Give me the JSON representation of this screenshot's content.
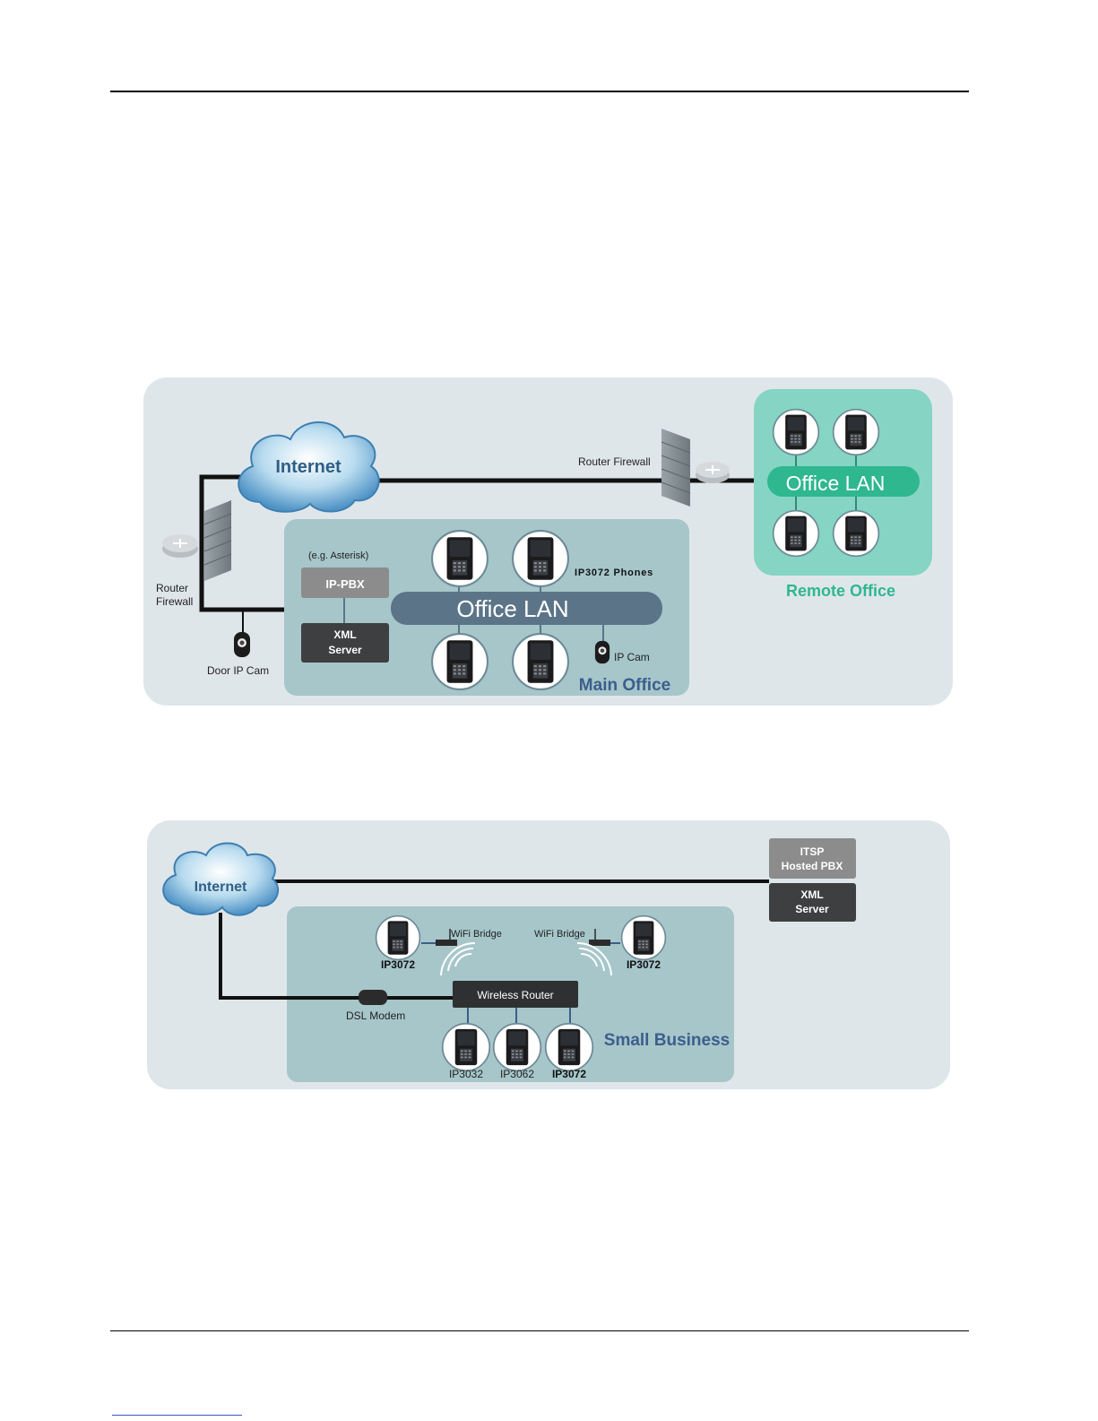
{
  "diagram1": {
    "internet": "Internet",
    "router_firewall_remote": "Router Firewall",
    "router_firewall_main": [
      "Router",
      "Firewall"
    ],
    "remote_lan": "Office LAN",
    "remote_office": "Remote Office",
    "asterisk_note": "(e.g. Asterisk)",
    "ippbx": "IP-PBX",
    "xml_server": [
      "XML",
      "Server"
    ],
    "main_lan": "Office LAN",
    "phones_label": "IP3072 Phones",
    "door_cam": "Door IP Cam",
    "ip_cam": "IP Cam",
    "main_office": "Main Office"
  },
  "diagram2": {
    "internet": "Internet",
    "itsp": [
      "ITSP",
      "Hosted PBX"
    ],
    "xml_server": [
      "XML",
      "Server"
    ],
    "wifi_bridge_left": "WiFi Bridge",
    "wifi_bridge_right": "WiFi Bridge",
    "phone_left": "IP3072",
    "phone_right": "IP3072",
    "wireless_router": "Wireless Router",
    "dsl_modem": "DSL Modem",
    "small_business": "Small Business",
    "phone_a": "IP3032",
    "phone_b": "IP3062",
    "phone_c": "IP3072"
  },
  "colors": {
    "panel_bg": "#dfe6ea",
    "main_office_bg": "#a6c6ca",
    "remote_office_bg": "#86d4c4",
    "remote_lan": "#2fb78f",
    "main_lan": "#5b7488",
    "title_blue": "#3d5e8c",
    "remote_green": "#2fb78f"
  }
}
